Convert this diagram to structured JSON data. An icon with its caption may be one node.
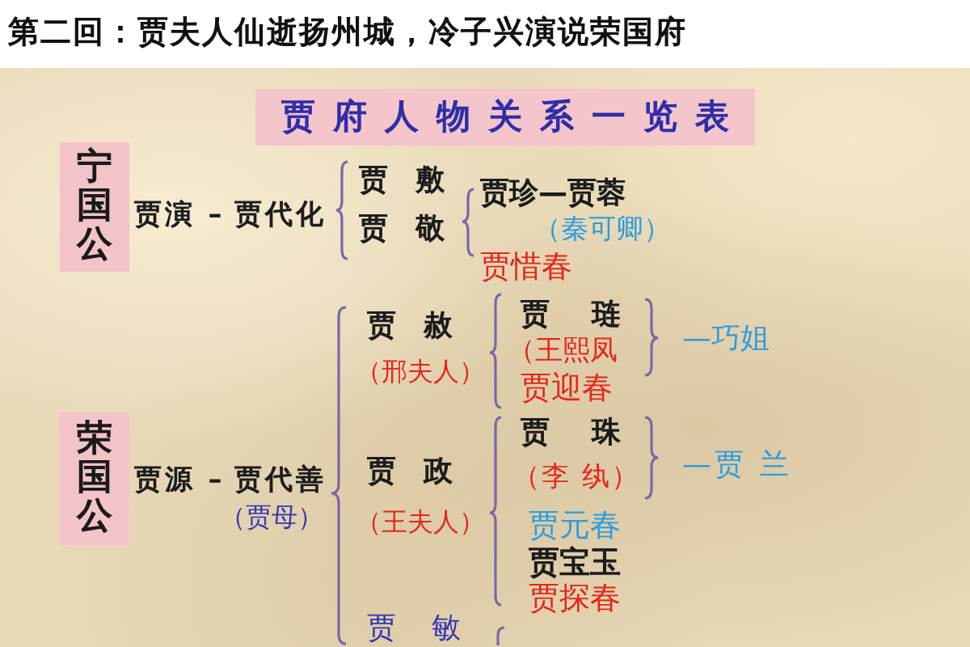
{
  "diagram": {
    "title": "第二回：贾夫人仙逝扬州城，冷子兴演说荣国府",
    "nodes": [
      {
        "text": [
          "贾府人物关系一览表"
        ]
      },
      {
        "text": [
          "宁国公"
        ]
      },
      {
        "text": [
          "荣国公"
        ]
      }
    ],
    "labels": [
      "贾演 – 贾代化",
      "贾 敷",
      "贾 敬",
      "贾珍—贾蓉",
      "（秦可卿）",
      "贾惜春",
      "贾 赦",
      "（邢夫人）",
      "贾 琏",
      "（王熙凤",
      "贾迎春",
      "—巧姐",
      "贾源 – 贾代善",
      "（贾母）",
      "贾 政",
      "（王夫人）",
      "贾 珠",
      "（李 纨）",
      "—贾 兰",
      "贾元春",
      "贾宝玉",
      "贾探春",
      "贾 敏"
    ]
  }
}
